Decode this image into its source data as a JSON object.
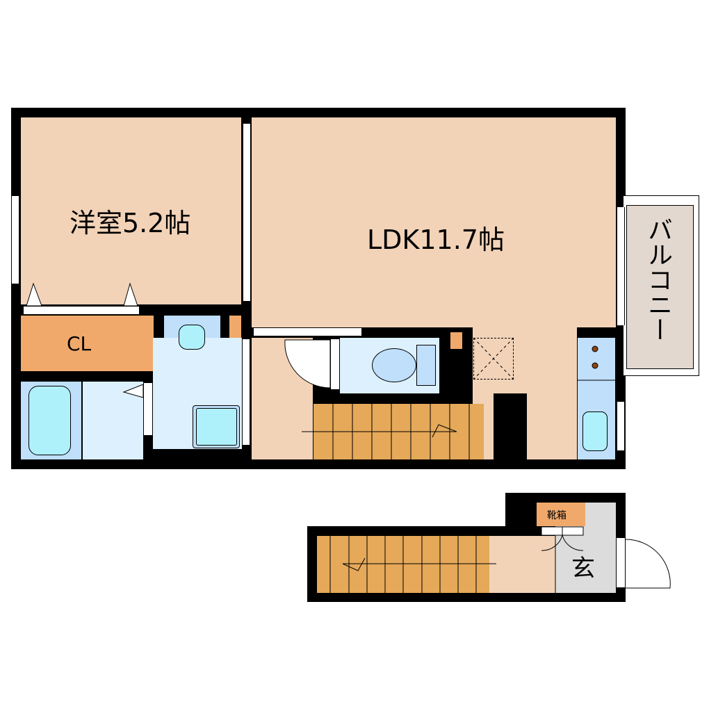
{
  "floorplan": {
    "rooms": {
      "western_room": {
        "label": "洋室5.2帖",
        "type": "洋室",
        "size_jo": "5.2"
      },
      "ldk": {
        "label": "LDK11.7帖",
        "type": "LDK",
        "size_jo": "11.7"
      },
      "closet": {
        "label": "CL"
      },
      "balcony": {
        "label": "バルコニー"
      },
      "shoe_box": {
        "label": "靴箱"
      },
      "entrance": {
        "label": "玄"
      }
    },
    "colors": {
      "wall": "#000000",
      "floor": "#f2d3b8",
      "wet_area": "#ddf0fd",
      "fixture": "#bfdffb",
      "closet": "#f0a96b",
      "stairs": "#e5a959",
      "entrance": "#dcdcdc",
      "balcony": "#e3d8cf"
    }
  }
}
